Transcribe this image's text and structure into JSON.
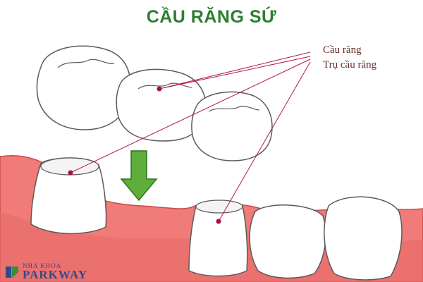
{
  "title": "CẦU RĂNG SỨ",
  "labels": {
    "bridge": "Cầu răng",
    "abutment": "Trụ cầu răng"
  },
  "logo": {
    "line1": "NHA KHOA",
    "line2": "PARKWAY"
  },
  "colors": {
    "title": "#2e7d32",
    "label_text": "#6b2c2c",
    "leader_line": "#b0184a",
    "marker_dot": "#a5133f",
    "gum": "#f07b78",
    "gum_shadow": "#d95c5a",
    "tooth": "#ffffff",
    "tooth_outline": "#5a5a5a",
    "arrow": "#5fae3c",
    "arrow_outline": "#2f6e1e",
    "logo_text": "#2e4a8a"
  },
  "icons": {
    "arrow": "arrow-down-icon",
    "logo": "tooth-logo-icon"
  }
}
